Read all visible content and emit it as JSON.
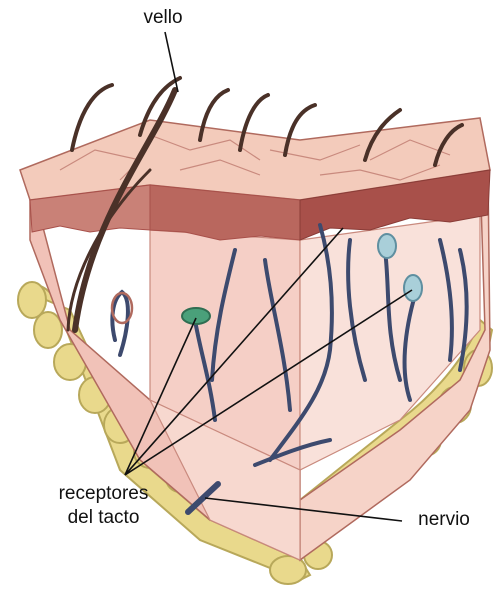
{
  "labels": {
    "hair": "vello",
    "receptors_line1": "receptores",
    "receptors_line2": "del tacto",
    "nerve": "nervio"
  },
  "colors": {
    "epidermis_top": "#f2c9b8",
    "epidermis_side": "#efb8a8",
    "dermis": "#f3c6bf",
    "dermis_dark": "#a8504a",
    "fat": "#e9d98c",
    "fat_edge": "#b8a85a",
    "nerve": "#3d4a6e",
    "hair": "#4a3128",
    "receptor": "#4aa07a",
    "receptor_light": "#a9cfd9",
    "line": "#111111"
  }
}
